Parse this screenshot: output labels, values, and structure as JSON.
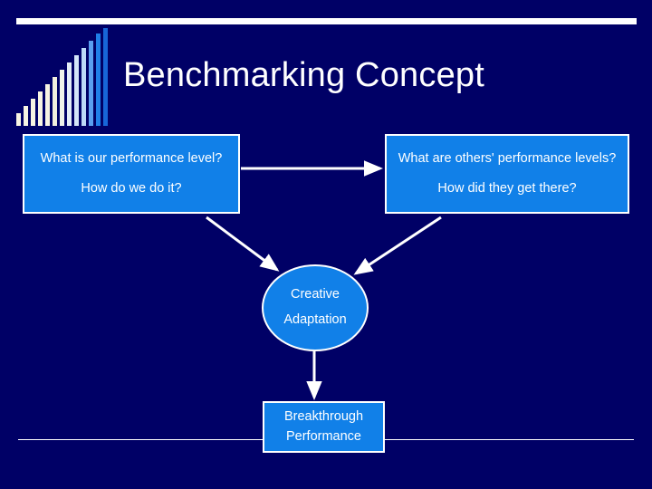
{
  "slide": {
    "title": "Benchmarking Concept",
    "background_color": "#000066",
    "accent_color": "#1180e8",
    "line_color": "#ffffff"
  },
  "decoration": {
    "name": "gradient-bar-strip",
    "bar_count": 13,
    "bar_colors": [
      "#f7f4e3",
      "#f7f4e3",
      "#f7f4e3",
      "#f7f4e3",
      "#f7f4e3",
      "#f2efdd",
      "#eef1ea",
      "#e2ecf6",
      "#d4e5f8",
      "#bcd9f7",
      "#5a9ff0",
      "#1f7fe8",
      "#1766d8"
    ],
    "bar_heights": [
      14,
      22,
      30,
      38,
      46,
      54,
      62,
      70,
      78,
      86,
      94,
      102,
      108
    ]
  },
  "diagram": {
    "type": "flow",
    "nodes": [
      {
        "id": "own-performance",
        "shape": "rectangle",
        "lines": [
          "What is our performance level?",
          "How do we do it?"
        ]
      },
      {
        "id": "others-performance",
        "shape": "rectangle",
        "lines": [
          "What are others' performance levels?",
          "How did they get there?"
        ]
      },
      {
        "id": "creative-adaptation",
        "shape": "circle",
        "lines": [
          "Creative",
          "Adaptation"
        ]
      },
      {
        "id": "breakthrough-performance",
        "shape": "rectangle",
        "lines": [
          "Breakthrough",
          "Performance"
        ]
      }
    ],
    "connectors": [
      {
        "from": "own-performance",
        "to": "others-performance",
        "direction": "right"
      },
      {
        "from": "own-performance",
        "to": "creative-adaptation",
        "direction": "down-right"
      },
      {
        "from": "others-performance",
        "to": "creative-adaptation",
        "direction": "down-left"
      },
      {
        "from": "creative-adaptation",
        "to": "breakthrough-performance",
        "direction": "down"
      }
    ]
  }
}
